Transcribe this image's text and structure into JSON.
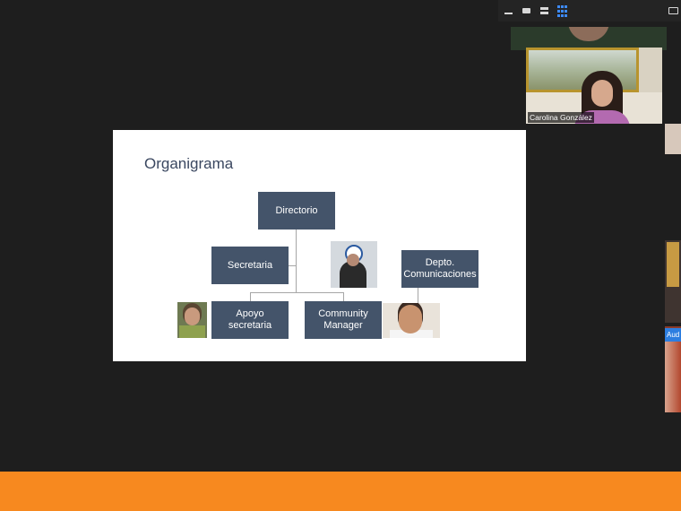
{
  "toolbar": {
    "icons": [
      "minimize-icon",
      "speaker-view-icon",
      "filmstrip-view-icon",
      "gallery-view-icon",
      "pop-out-icon"
    ],
    "active_color": "#3d8bff"
  },
  "participants": {
    "main_name": "Carolina González",
    "audio_tag": "Aud"
  },
  "slide": {
    "title": "Organigrama",
    "boxes": {
      "directorio": "Directorio",
      "secretaria": "Secretaria",
      "comunicaciones_line1": "Depto.",
      "comunicaciones_line2": "Comunicaciones",
      "apoyo_line1": "Apoyo",
      "apoyo_line2": "secretaria",
      "community_line1": "Community",
      "community_line2": "Manager"
    },
    "box_color": "#44546a",
    "connector_color": "#a6a6a6"
  },
  "colors": {
    "background": "#1e1e1e",
    "bottom_bar": "#f7891f"
  }
}
